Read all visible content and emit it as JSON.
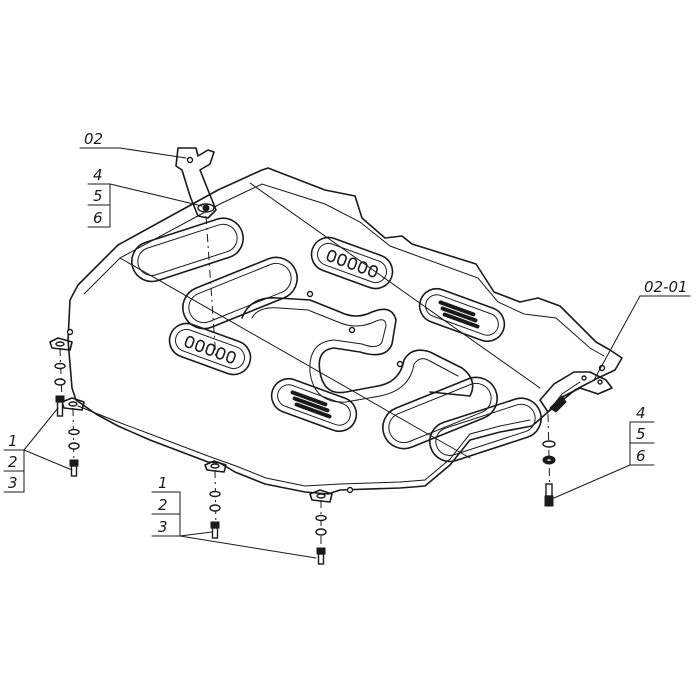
{
  "drawing": {
    "labels": {
      "bracket_left": "02",
      "bracket_right": "02-01",
      "stack_top_left": [
        "4",
        "5",
        "6"
      ],
      "stack_bottom_right": [
        "4",
        "5",
        "6"
      ],
      "stack_left": [
        "1",
        "2",
        "3"
      ],
      "stack_bottom_center": [
        "1",
        "2",
        "3"
      ]
    }
  }
}
